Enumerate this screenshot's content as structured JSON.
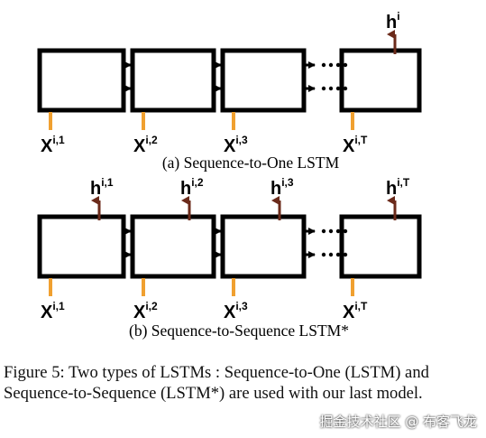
{
  "diagram_a": {
    "caption": "(a) Sequence-to-One LSTM",
    "inputs": [
      {
        "base": "X",
        "sup": "i,1"
      },
      {
        "base": "X",
        "sup": "i,2"
      },
      {
        "base": "X",
        "sup": "i,3"
      },
      {
        "base": "X",
        "sup": "i,T"
      }
    ],
    "outputs": [
      {
        "base": "h",
        "sup": "i"
      }
    ]
  },
  "diagram_b": {
    "caption": "(b) Sequence-to-Sequence LSTM*",
    "inputs": [
      {
        "base": "X",
        "sup": "i,1"
      },
      {
        "base": "X",
        "sup": "i,2"
      },
      {
        "base": "X",
        "sup": "i,3"
      },
      {
        "base": "X",
        "sup": "i,T"
      }
    ],
    "outputs": [
      {
        "base": "h",
        "sup": "i,1"
      },
      {
        "base": "h",
        "sup": "i,2"
      },
      {
        "base": "h",
        "sup": "i,3"
      },
      {
        "base": "h",
        "sup": "i,T"
      }
    ]
  },
  "figure_caption": "Figure 5: Two types of LSTMs : Sequence-to-One (LSTM) and Sequence-to-Sequence (LSTM*) are used with our last model.",
  "watermark": "掘金技术社区 @ 布客飞龙",
  "colors": {
    "box_stroke": "#000000",
    "input_line": "#f0a030",
    "output_arrow": "#6b2a1a"
  }
}
